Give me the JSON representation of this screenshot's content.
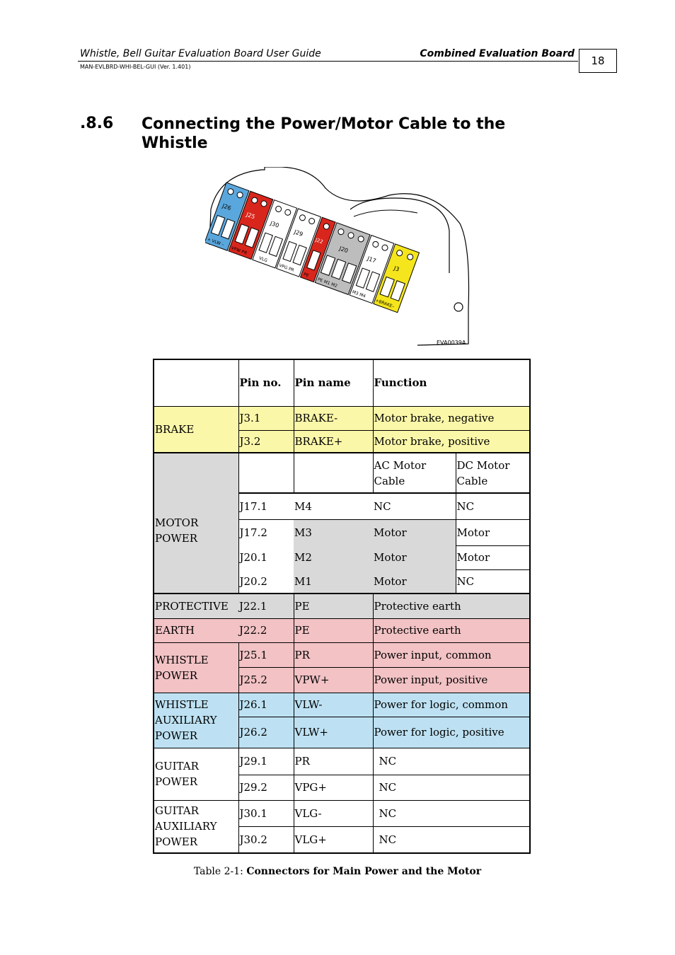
{
  "header": {
    "doc_title": "Whistle, Bell Guitar Evaluation Board User Guide",
    "section": "Combined Evaluation Board",
    "doc_id": "MAN-EVLBRD-WHI-BEL-GUI (Ver. 1.401)",
    "page": "18"
  },
  "section": {
    "number": ".8.6",
    "title": "Connecting the Power/Motor Cable to the Whistle"
  },
  "figure": {
    "connectors": [
      {
        "label": "J26",
        "color": "#5aa7dd",
        "pins": [
          "+",
          "VLW",
          "–"
        ]
      },
      {
        "label": "J25",
        "color": "#d9261c",
        "pins": [
          "VPW",
          "PR"
        ]
      },
      {
        "label": "J30",
        "color": "#ffffff",
        "pins": [
          "VLG"
        ]
      },
      {
        "label": "J29",
        "color": "#ffffff",
        "pins": [
          "VPG",
          "PR"
        ]
      },
      {
        "label": "J22",
        "color": "#d9261c",
        "pins": [
          "PE"
        ]
      },
      {
        "label": "J20",
        "color": "#bdbdbd",
        "pins": [
          "PE",
          "M1",
          "M2"
        ]
      },
      {
        "label": "J17",
        "color": "#ffffff",
        "pins": [
          "M3",
          "M4"
        ]
      },
      {
        "label": "J3",
        "color": "#f5e51c",
        "pins": [
          "+",
          "BRAKE",
          "–"
        ]
      }
    ],
    "code": "EVA0039A"
  },
  "table": {
    "headers": {
      "group": "",
      "pin_no": "Pin no.",
      "pin_name": "Pin name",
      "function": "Function"
    },
    "brake": {
      "group": "BRAKE",
      "rows": [
        {
          "pin": "J3.1",
          "name": "BRAKE-",
          "function": "Motor brake, negative"
        },
        {
          "pin": "J3.2",
          "name": "BRAKE+",
          "function": "Motor brake, positive"
        }
      ]
    },
    "motor": {
      "group": "MOTOR POWER",
      "sub_ac": "AC Motor Cable",
      "sub_dc": "DC Motor Cable",
      "rows": [
        {
          "pin": "J17.1",
          "name": "M4",
          "ac": "NC",
          "dc": "NC"
        },
        {
          "pin": "J17.2",
          "name": "M3",
          "ac": "Motor",
          "dc": "Motor"
        },
        {
          "pin": "J20.1",
          "name": "M2",
          "ac": "Motor",
          "dc": "Motor"
        },
        {
          "pin": "J20.2",
          "name": "M1",
          "ac": "Motor",
          "dc": "NC"
        }
      ]
    },
    "pe": {
      "group_1": "PROTECTIVE",
      "group_2": "EARTH",
      "rows": [
        {
          "pin": "J22.1",
          "name": "PE",
          "function": "Protective earth"
        },
        {
          "pin": "J22.2",
          "name": "PE",
          "function": "Protective earth"
        }
      ]
    },
    "whistle_power": {
      "group": "WHISTLE POWER",
      "rows": [
        {
          "pin": "J25.1",
          "name": "PR",
          "function": "Power input, common"
        },
        {
          "pin": "J25.2",
          "name": "VPW+",
          "function": "Power input, positive"
        }
      ]
    },
    "whistle_aux": {
      "group": "WHISTLE AUXILIARY POWER",
      "rows": [
        {
          "pin": "J26.1",
          "name": "VLW-",
          "function": "Power for logic, common"
        },
        {
          "pin": "J26.2",
          "name": "VLW+",
          "function": "Power for logic, positive"
        }
      ]
    },
    "guitar_power": {
      "group": "GUITAR POWER",
      "rows": [
        {
          "pin": "J29.1",
          "name": "PR",
          "function": "NC"
        },
        {
          "pin": "J29.2",
          "name": "VPG+",
          "function": "NC"
        }
      ]
    },
    "guitar_aux": {
      "group": "GUITAR AUXILIARY POWER",
      "rows": [
        {
          "pin": "J30.1",
          "name": "VLG-",
          "function": "NC"
        },
        {
          "pin": "J30.2",
          "name": "VLG+",
          "function": "NC"
        }
      ]
    }
  },
  "caption": {
    "prefix": "Table 2-1: ",
    "title": "Connectors for Main Power and the Motor"
  }
}
